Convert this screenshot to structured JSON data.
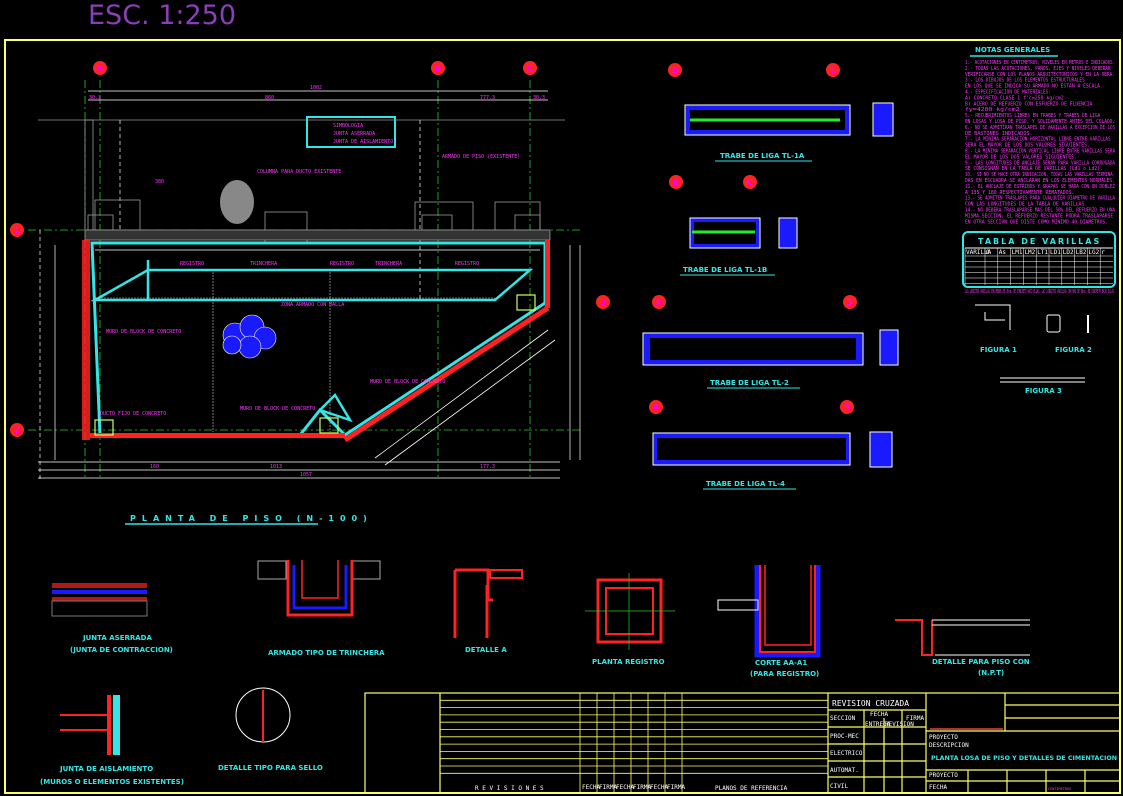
{
  "header": {
    "scale": "ESC. 1:250"
  },
  "colors": {
    "border": "#ffff66",
    "slab": "#33e6e6",
    "wall": "#ff2222",
    "grid": "#22cc22",
    "text": "#ff33ff",
    "beam": "#1a1aff"
  },
  "grid_bubbles": [
    "A",
    "B",
    "C",
    "1",
    "2",
    "3"
  ],
  "plan": {
    "title": "PLANTA DE PISO (N-100)",
    "legend_title": "SIMBOLOGIA",
    "legend_items": [
      "JUNTA ASERRADA",
      "JUNTA DE AISLAMIENTO"
    ],
    "labels": [
      "TRINCHERA",
      "TRINCHERA",
      "REGISTRO",
      "REGISTRO",
      "REGISTRO",
      "COLUMNA PARA DUCTO EXISTENTE",
      "DUCTO FIJO DE CONCRETO",
      "MURO DE BLOCK DE CONCRETO",
      "MURO DE BLOCK DE CONCRETO",
      "MURO DE BLOCK DE CONCRETO",
      "ZONA ARMADO CON MALLA",
      "ARMADO DE PISO (EXISTENTE)"
    ],
    "dims": [
      "1002",
      "860",
      "777.3",
      "30.3",
      "30.3",
      "380",
      "1057",
      "160",
      "1013",
      "177.3"
    ]
  },
  "beams": [
    {
      "title": "TRABE DE LIGA TL-1A",
      "bubbles": [
        "B",
        "C"
      ]
    },
    {
      "title": "TRABE DE LIGA TL-1B",
      "bubbles": [
        "B",
        "C"
      ]
    },
    {
      "title": "TRABE DE LIGA TL-2",
      "bubbles": [
        "A",
        "3"
      ]
    },
    {
      "title": "TRABE DE LIGA TL-4",
      "bubbles": [
        "A",
        "3"
      ]
    }
  ],
  "notes": {
    "title": "NOTAS GENERALES",
    "lines": [
      "1.- ACOTACIONES EN CENTIMETROS, NIVELES EN METROS E INDICADOS.",
      "2.- TODAS LAS ACOTACIONES, PAÑOS, EJES Y NIVELES DEBERAN",
      "    VERIFICARSE CON LOS PLANOS ARQUITECTONICOS Y EN LA OBRA.",
      "3.- LOS DIBUJOS DE LOS ELEMENTOS ESTRUCTURALES",
      "    EN LOS QUE SE INDICA SU ARMADO NO ESTAN A ESCALA.",
      "4.- ESPECIFICACION DE MATERIALES:",
      "    A) CONCRETO CLASE 1 f'c=250 kg/cm2",
      "    B) ACERO DE REFUERZO CON ESFUERZO DE FLUENCIA",
      "       fy=4200 kg/cm2",
      "5.- RECUBRIMIENTOS LIBRES EN TRABES Y TRABES DE LIGA",
      "    EN LOSAS Y LOSA DE PISO, Y SOLIDAMENTE ANTES DEL COLADO.",
      "6.- NO SE ADMITIRAN TRASLAPES DE VARILLAS A EXCEPCION DE LOS",
      "    DE BASTONES INDICADOS.",
      "7.- LA MINIMA SEPARACION HORIZONTAL LIBRE ENTRE VARILLAS",
      "    SERA EL MAYOR DE LOS DOS VALORES SIGUIENTES.",
      "8.- LA MINIMA SEPARACION VERTICAL LIBRE ENTRE VARILLAS SERA",
      "    EL MAYOR DE LOS DOS VALORES SIGUIENTES.",
      "9.- LAS LONGITUDES DE ANCLAJE SERAN PARA VARILLA CORRUGADA",
      "    SE CONSIGNAN EN LA TABLA DE VARILLAS (Ld1 o Ld2).",
      "10.- SI NO SE HACE OTRA INDICACION, TODAS LAS VARILLAS TERMINA-",
      "    DAS EN ESCUADRA SE ANCLARAN EN LOS ELEMENTOS NORMALES.",
      "11.- EL ANCLAJE DE ESTRIBOS Y GRAPAS SE HARA CON UN DOBLEZ",
      "    A 135 Y 180 RESPECTIVAMENTE REMATADOS.",
      "13.- SE ADMITEN TRASLAPES PARA CUALQUIER DIAMETRO DE VARILLA",
      "    CON LAS LONGITUDES DE LA TABLA DE VARILLAS.",
      "14.- NO DEBERA TRASLAPARSE MAS DEL 50% DEL REFUERZO EN UNA",
      "    MISMA SECCION, EL REFUERZO RESTANTE PODRA TRASLAPARSE",
      "    EN OTRA SECCION QUE DISTE COMO MINIMO 40 DIAMETROS."
    ]
  },
  "rebar_table": {
    "title": "TABLA DE VARILLAS",
    "headers": [
      "VARILLA",
      "Ø",
      "As",
      "LM1",
      "LM2",
      "LT1",
      "LD1",
      "LD2",
      "LB2",
      "LG2",
      "r"
    ],
    "note": "Ld1 LONGITUD VARILLAS CON MENOS DE 30cm. DE CONCRETO BAJO ELLAS. Ld2 LONGITUD VARILLAS CON MAS DE 30cm. DE CONCRETO BAJO ELLAS."
  },
  "figures": [
    "FIGURA 1",
    "FIGURA 2",
    "FIGURA 3"
  ],
  "details": [
    {
      "title": "JUNTA ASERRADA",
      "subtitle": "(JUNTA DE CONTRACCION)"
    },
    {
      "title": "ARMADO TIPO DE TRINCHERA",
      "subtitle": ""
    },
    {
      "title": "DETALLE A",
      "subtitle": ""
    },
    {
      "title": "PLANTA REGISTRO",
      "subtitle": ""
    },
    {
      "title": "CORTE AA-A1",
      "subtitle": "(PARA REGISTRO)"
    },
    {
      "title": "DETALLE PARA PISO CON",
      "subtitle": "(N.P.T)"
    },
    {
      "title": "JUNTA DE AISLAMIENTO",
      "subtitle": "(MUROS O ELEMENTOS EXISTENTES)"
    },
    {
      "title": "DETALLE TIPO PARA SELLO",
      "subtitle": ""
    }
  ],
  "title_block": {
    "revision_title": "REVISION CRUZADA",
    "seccion": "SECCION",
    "fecha": "FECHA",
    "firma": "FIRMA",
    "fecha_sub": [
      "ENTREGA",
      "REVISION"
    ],
    "rows": [
      "PROC-MEC",
      "ELECTRICO",
      "AUTOMAT.",
      "CIVIL"
    ],
    "proyecto_label": "PROYECTO",
    "descripcion_label": "DESCRIPCION",
    "descripcion": "PLANTA LOSA DE PISO Y DETALLES DE CIMENTACION",
    "bottom_labels": [
      "PROYECTO",
      "FECHA",
      "CENTIMETROS"
    ],
    "revisiones": "R E V I S I O N E S",
    "planos_ref": "PLANOS DE REFERENCIA",
    "rev_cols": [
      "FECHA",
      "FIRMA",
      "FECHA",
      "FIRMA",
      "FECHA",
      "FIRMA"
    ]
  }
}
